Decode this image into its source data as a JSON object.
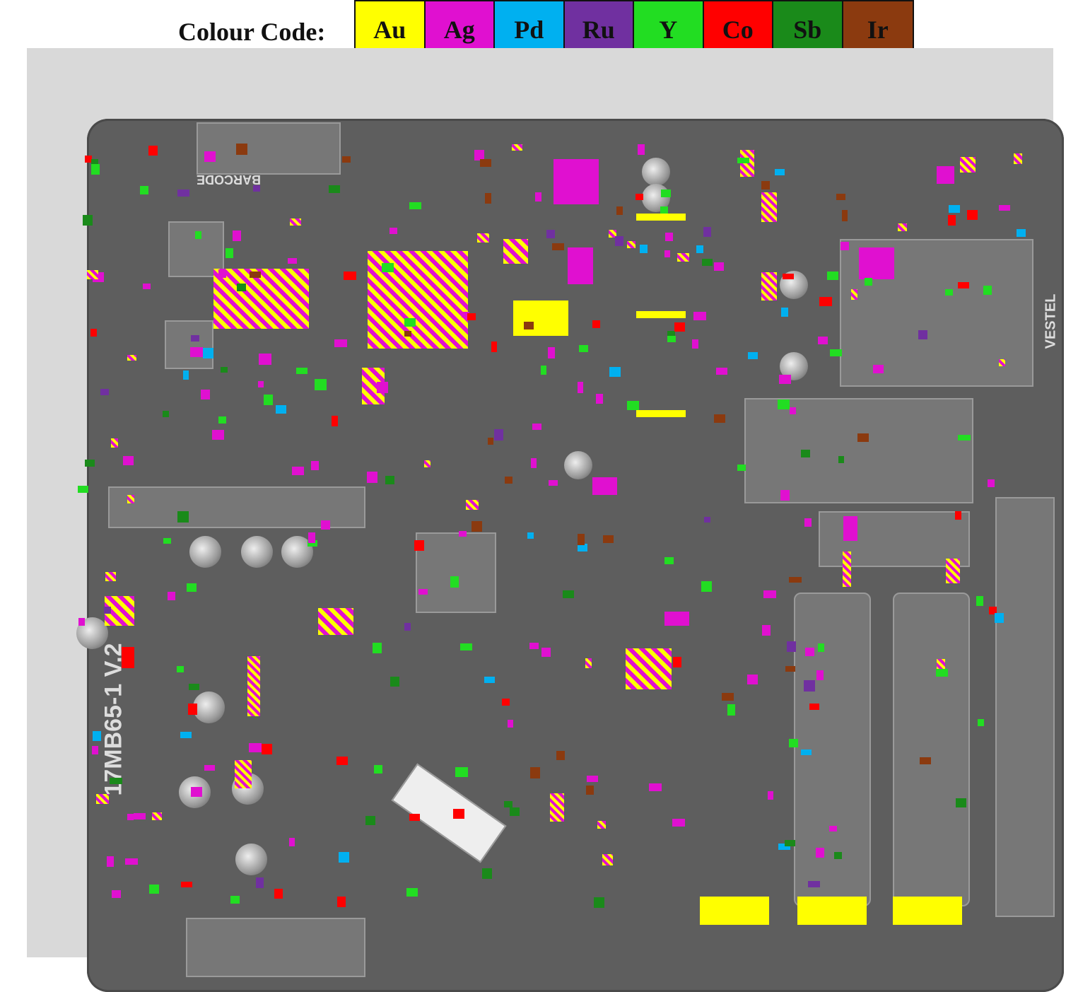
{
  "legend": {
    "label": "Colour Code:",
    "items": [
      {
        "symbol": "Au",
        "color": "#ffff00"
      },
      {
        "symbol": "Ag",
        "color": "#e010d0"
      },
      {
        "symbol": "Pd",
        "color": "#00b0f0"
      },
      {
        "symbol": "Ru",
        "color": "#7030a0"
      },
      {
        "symbol": "Y",
        "color": "#22dd22"
      },
      {
        "symbol": "Co",
        "color": "#ff0000"
      },
      {
        "symbol": "Sb",
        "color": "#1a8a1a"
      },
      {
        "symbol": "Ir",
        "color": "#8b3a0f"
      }
    ]
  },
  "board": {
    "barcode_label": "BARCODE",
    "model_label": "17MB65-1 V.2",
    "brand_label": "VESTEL"
  }
}
